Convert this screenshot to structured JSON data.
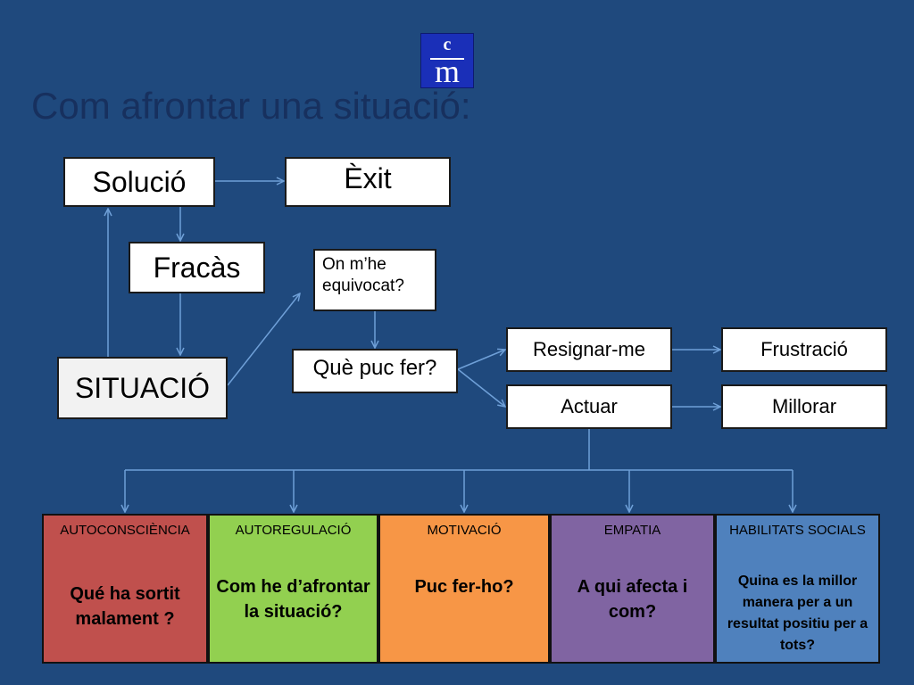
{
  "logo": {
    "top_letter": "c",
    "bottom_letter": "m"
  },
  "title": "Com afrontar una situació:",
  "nodes": {
    "solucio": "Solució",
    "exit": "Èxit",
    "fracas": "Fracàs",
    "on_mhe_equivocat": "On m’he equivocat?",
    "situacio": "SITUACIÓ",
    "que_puc_fer": "Què puc fer?",
    "resignar_me": "Resignar-me",
    "frustracio": "Frustració",
    "actuar": "Actuar",
    "millorar": "Millorar"
  },
  "categories": [
    {
      "title": "AUTOCONSCIÈNCIA",
      "question": "Qué ha sortit malament ?",
      "color": "#c0504d"
    },
    {
      "title": "AUTOREGULACIÓ",
      "question": "Com he d’afrontar la situació?",
      "color": "#92d050"
    },
    {
      "title": "MOTIVACIÓ",
      "question": "Puc fer-ho?",
      "color": "#f79646"
    },
    {
      "title": "EMPATIA",
      "question": "A qui afecta i com?",
      "color": "#8064a2"
    },
    {
      "title": "HABILITATS SOCIALS",
      "question": "Quina es la millor manera per a un resultat positiu per a tots?",
      "color": "#4f81bd"
    }
  ],
  "colors": {
    "background": "#1f497d",
    "title": "#17305e",
    "connector": "#6fa0d8"
  }
}
